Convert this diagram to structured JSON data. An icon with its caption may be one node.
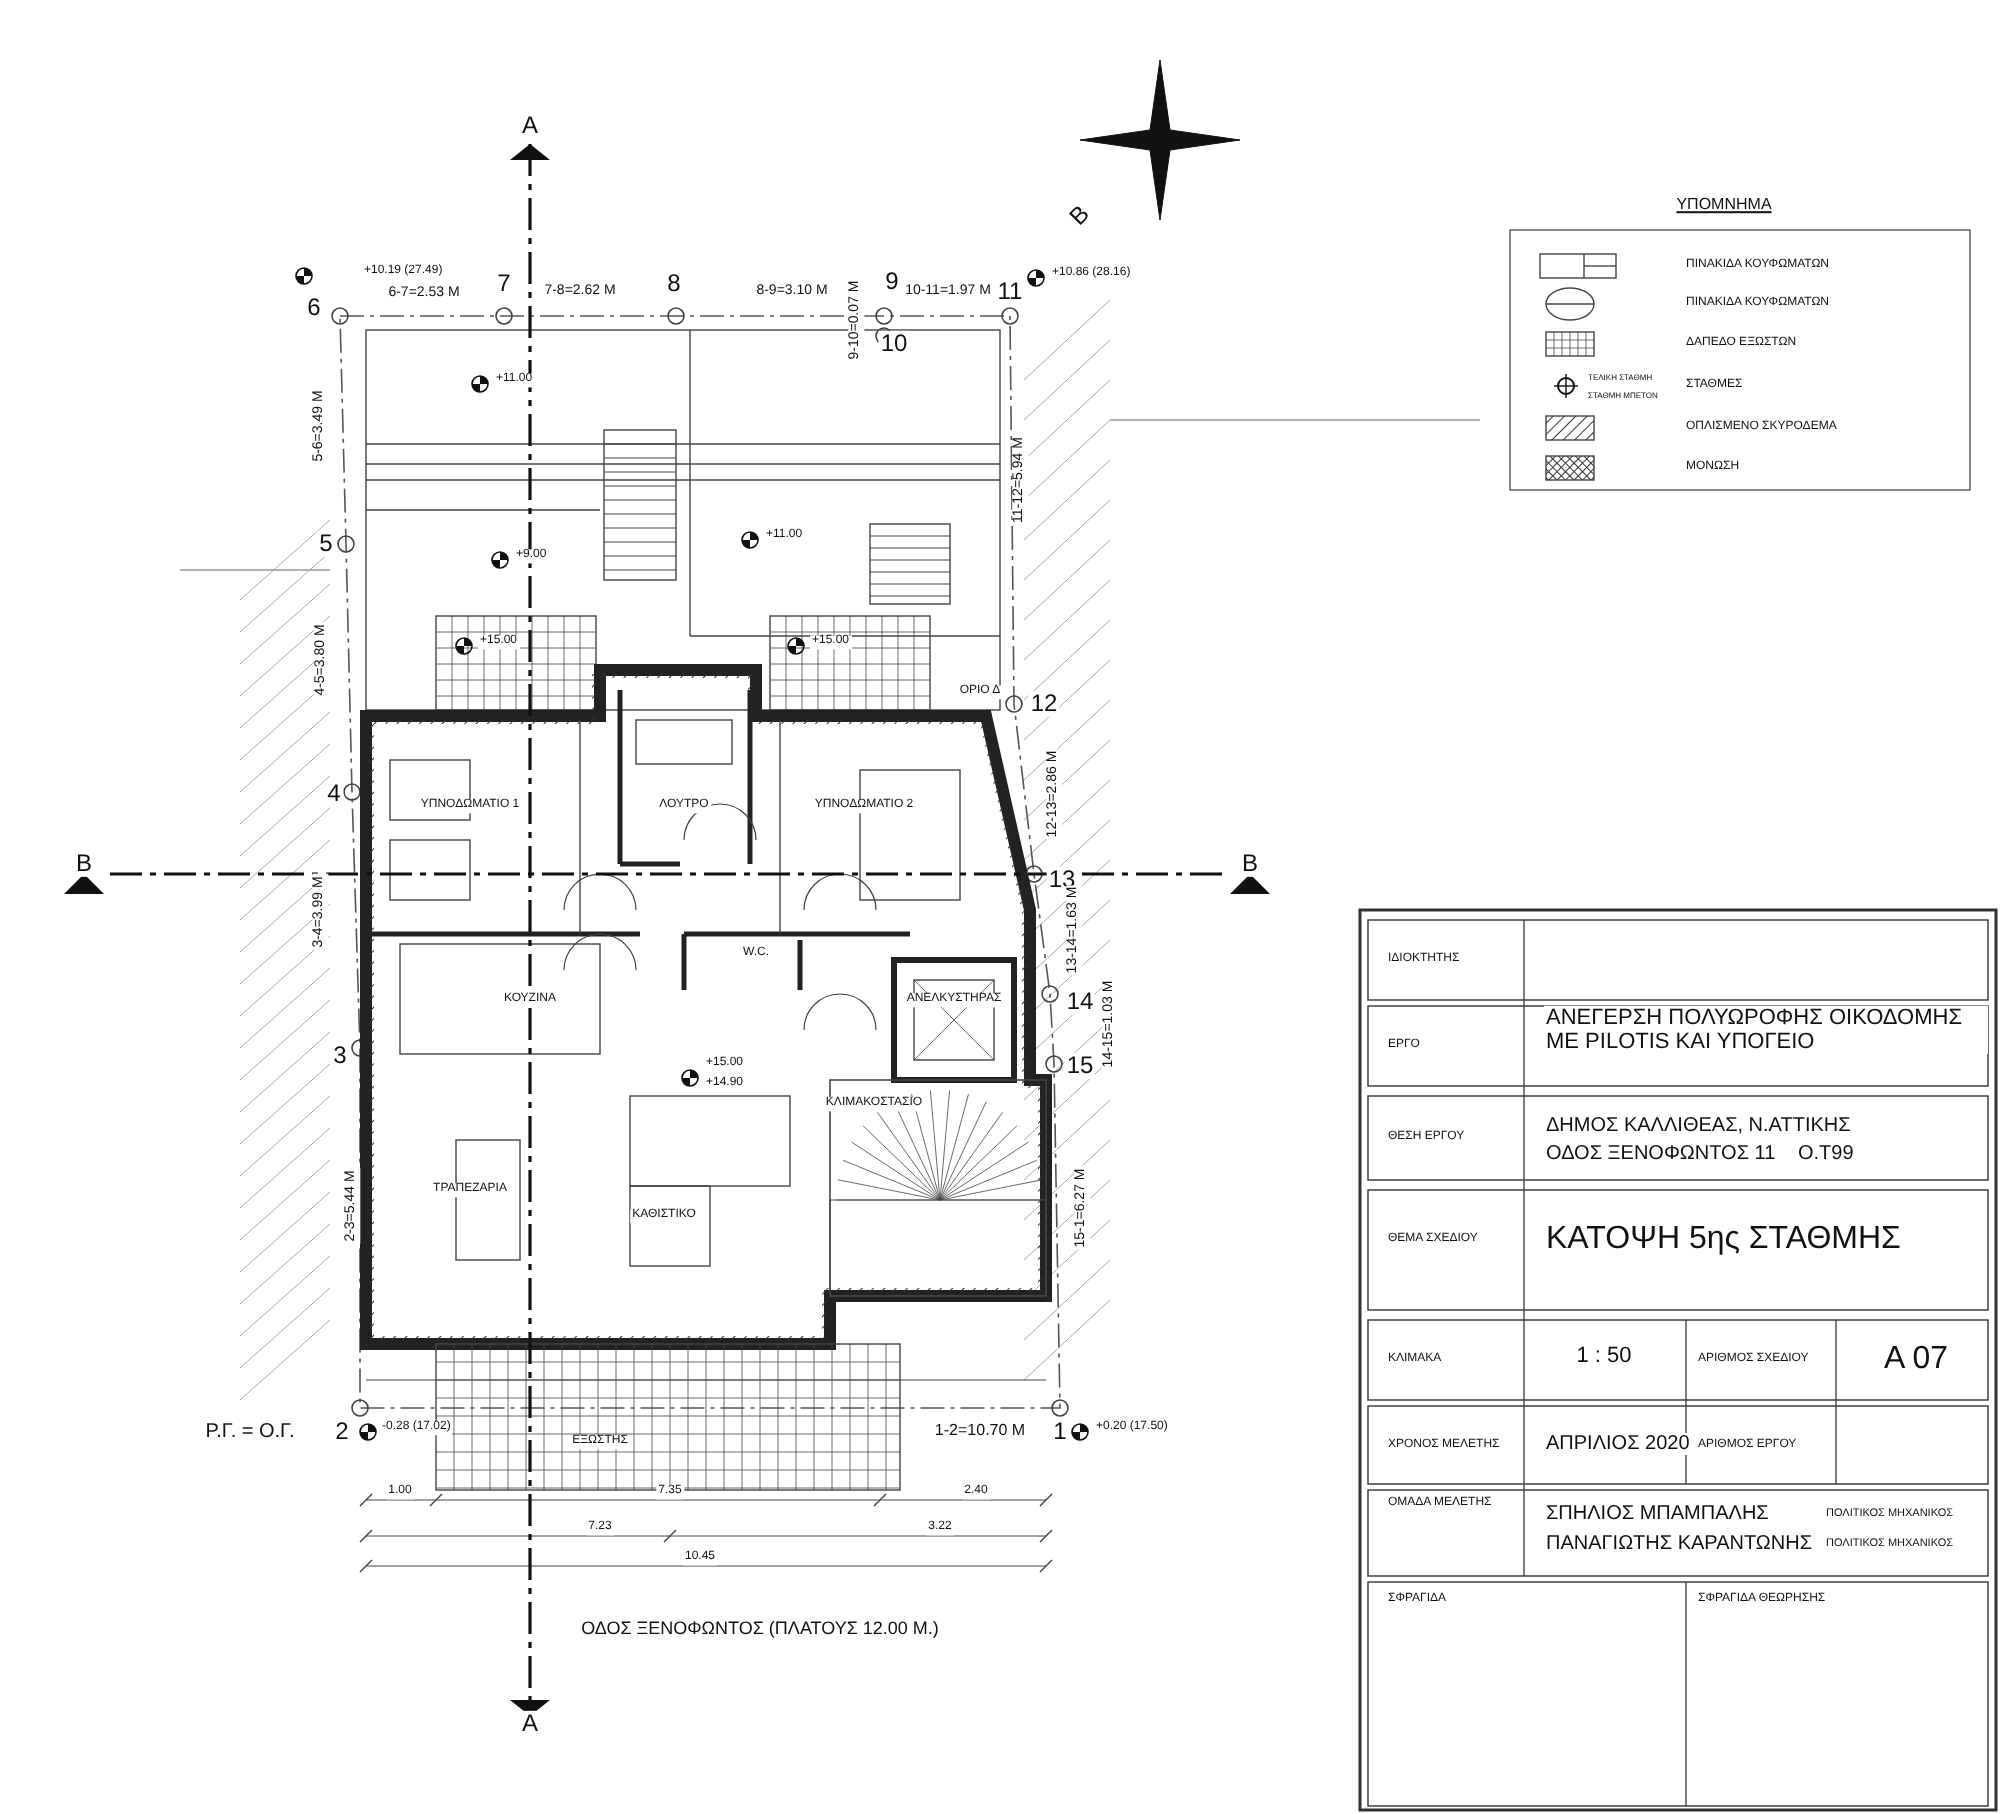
{
  "diagram": {
    "labels": [
      "A",
      "B",
      "+10.19 (27.49)",
      "6-7=2.53 M",
      "7",
      "7-8=2.62 M",
      "8",
      "8-9=3.10 M",
      "9",
      "9-10=0.07 M",
      "10-11=1.97 M",
      "+10.86 (28.16)",
      "6",
      "10",
      "11",
      "5-6=3.49 M",
      "+11.00",
      "5",
      "+9.00",
      "+11.00",
      "11-12=5.94 M",
      "+15.00",
      "+15.00",
      "ΟΡΙΟ Δ",
      "12",
      "4-5=3.80 M",
      "4",
      "ΥΠΝΟΔΩΜΑΤΙΟ 1",
      "ΛΟΥΤΡΟ",
      "ΥΠΝΟΔΩΜΑΤΙΟ 2",
      "12-13=2.86 M",
      "B",
      "B",
      "13",
      "3-4=3.99 M",
      "W.C.",
      "13-14=1.63 M",
      "ΚΟΥΖΙΝΑ",
      "ΑΝΕΛΚΥΣΤΗΡΑΣ",
      "14",
      "3",
      "+15.00",
      "+14.90",
      "14-15=1.03 M",
      "15",
      "ΚΛΙΜΑΚΟΣΤΑΣΙΟ",
      "2-3=5.44 M",
      "ΤΡΑΠΕΖΑΡΙΑ",
      "ΚΑΘΙΣΤΙΚΟ",
      "15-1=6.27 M",
      "Ρ.Γ. = Ο.Γ.",
      "2",
      "-0.28 (17.02)",
      "ΕΞΩΣΤΗΣ",
      "1-2=10.70 M",
      "1",
      "+0.20 (17.50)",
      "1.00",
      "7.35",
      "2.40",
      "7.23",
      "3.22",
      "10.45",
      "ΟΔΟΣ ΞΕΝΟΦΩΝΤΟΣ (ΠΛΑΤΟΥΣ 12.00 Μ.)",
      "A",
      "ΥΠΟΜΝΗΜΑ",
      "ΤΕΛΙΚΗ ΣΤΑΘΜΗ",
      "ΣΤΑΘΜΗ ΜΠΕΤΟΝ",
      "ΙΔΙΟΚΤΗΤΗΣ",
      "ΕΡΓΟ",
      "ΑΝΕΓΕΡΣΗ ΠΟΛΥΩΡΟΦΗΣ ΟΙΚΟΔΟΜΗΣ ΜΕ PILOTIS ΚΑΙ ΥΠΟΓΕΙΟ",
      "ΘΕΣΗ ΕΡΓΟΥ",
      "ΔΗΜΟΣ ΚΑΛΛΙΘΕΑΣ, Ν.ΑΤΤΙΚΗΣ",
      "ΟΔΟΣ ΞΕΝΟΦΩΝΤΟΣ 11",
      "Ο.Τ99",
      "ΘΕΜΑ ΣΧΕΔΙΟΥ",
      "ΚΑΤΟΨΗ 5ης ΣΤΑΘΜΗΣ",
      "ΚΛΙΜΑΚΑ",
      "1 : 50",
      "ΑΡΙΘΜΟΣ ΣΧΕΔΙΟΥ",
      "Α 07",
      "ΧΡΟΝΟΣ ΜΕΛΕΤΗΣ",
      "ΑΠΡΙΛΙΟΣ 2020",
      "ΑΡΙΘΜΟΣ ΕΡΓΟΥ",
      "ΟΜΑΔΑ ΜΕΛΕΤΗΣ",
      "ΣΠΗΛΙΟΣ ΜΠΑΜΠΑΛΗΣ",
      "ΠΟΛΙΤΙΚΟΣ ΜΗΧΑΝΙΚΟΣ",
      "ΠΑΝΑΓΙΩΤΗΣ ΚΑΡΑΝΤΩΝΗΣ",
      "ΠΟΛΙΤΙΚΟΣ ΜΗΧΑΝΙΚΟΣ",
      "ΣΦΡΑΓΙΔΑ",
      "ΣΦΡΑΓΙΔΑ ΘΕΩΡΗΣΗΣ"
    ],
    "legend": [
      {
        "text": "ΠΙΝΑΚΙΔΑ ΚΟΥΦΩΜΑΤΩΝ"
      },
      {
        "text": "ΠΙΝΑΚΙΔΑ ΚΟΥΦΩΜΑΤΩΝ"
      },
      {
        "text": "ΔΑΠΕΔΟ ΕΞΩΣΤΩΝ"
      },
      {
        "text": "ΣΤΑΘΜΕΣ"
      },
      {
        "text": "ΟΠΛΙΣΜΕΝΟ ΣΚΥΡΟΔΕΜΑ"
      },
      {
        "text": "ΜΟΝΩΣΗ"
      }
    ]
  }
}
